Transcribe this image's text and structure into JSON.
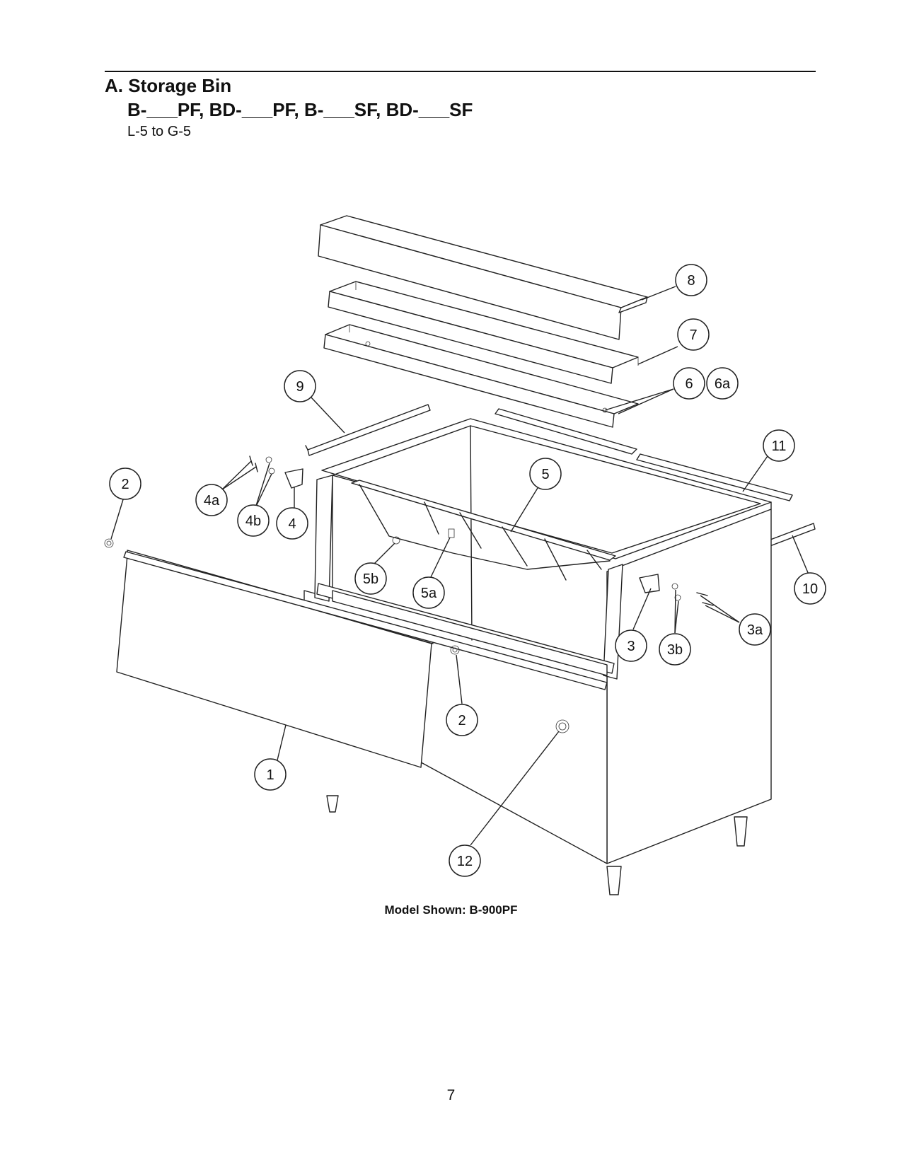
{
  "header": {
    "title": "A. Storage Bin",
    "subtitle": "B-___PF, BD-___PF, B-___SF, BD-___SF",
    "range": "L-5 to G-5"
  },
  "callouts": [
    "8",
    "7",
    "6",
    "6a",
    "9",
    "11",
    "5",
    "2",
    "4a",
    "4b",
    "4",
    "5b",
    "5a",
    "10",
    "3a",
    "3",
    "3b",
    "2",
    "1",
    "12"
  ],
  "caption": "Model Shown:  B-900PF",
  "page_number": "7"
}
